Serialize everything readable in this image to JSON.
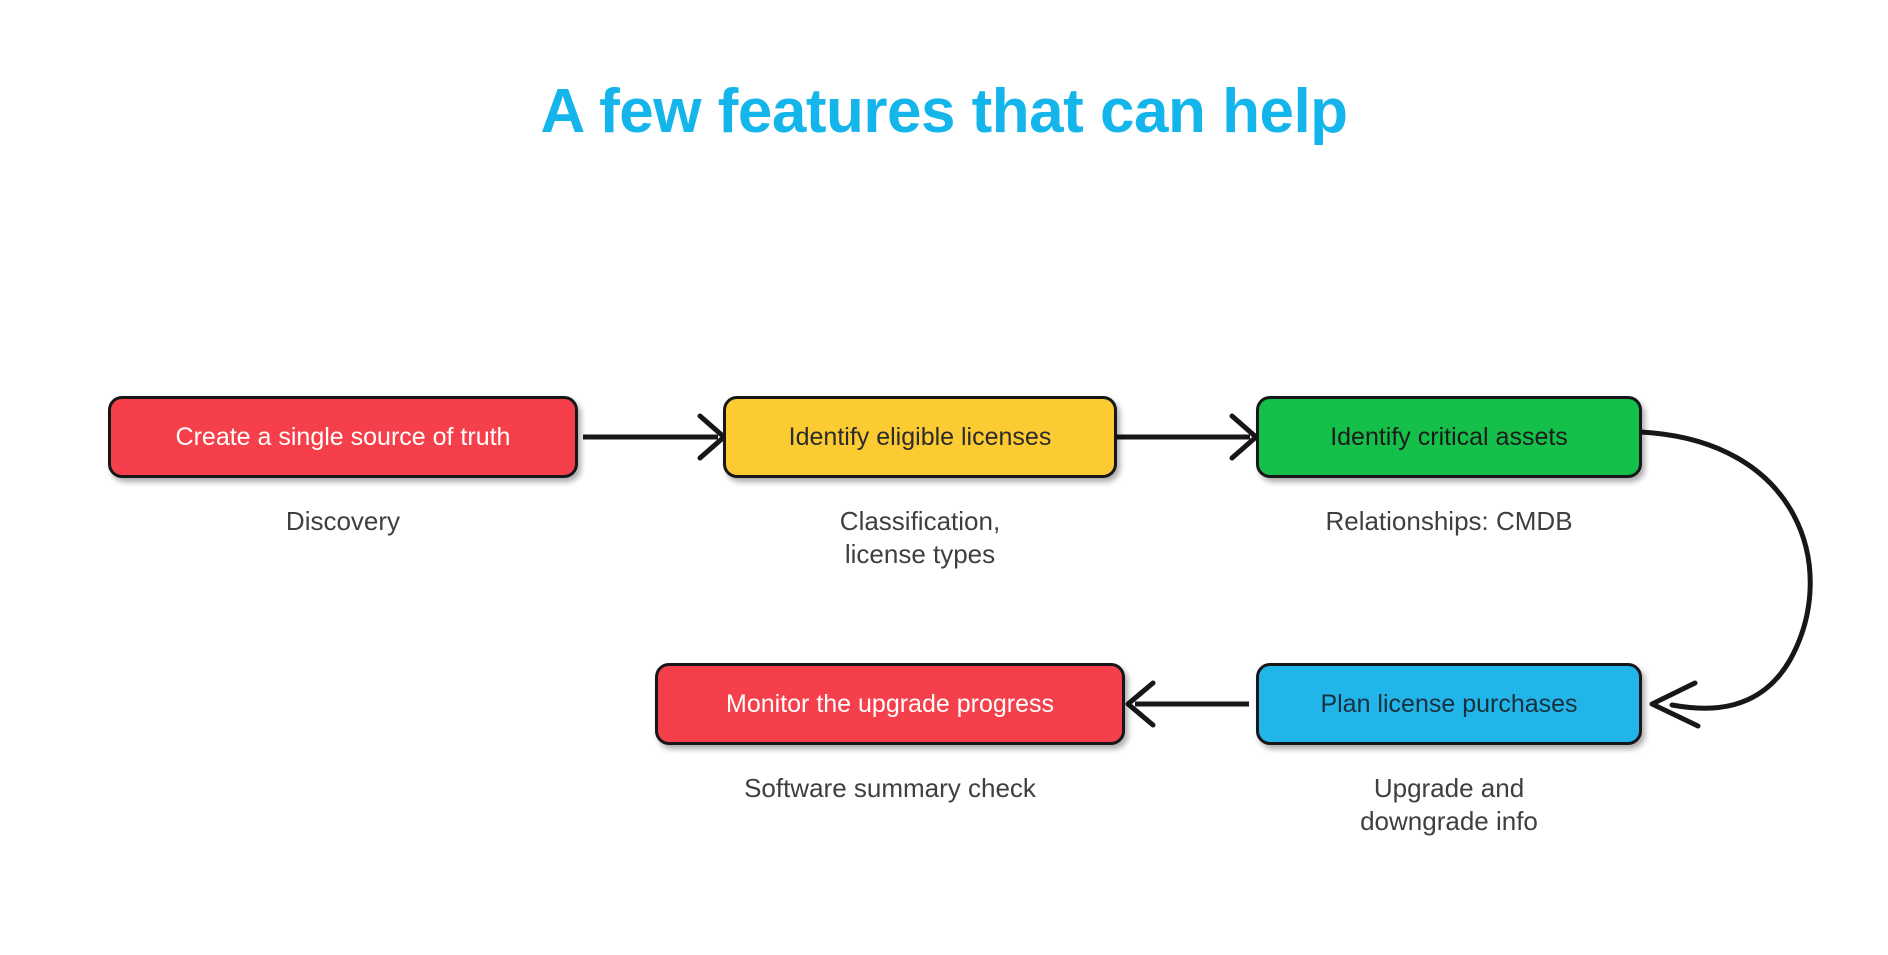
{
  "slide": {
    "title": "A few features that can help",
    "title_color": "#13B5EA",
    "background_color": "#FFFFFF"
  },
  "diagram": {
    "type": "flowchart",
    "orientation": "left-to-right, wrapping to a second row",
    "nodes": [
      {
        "id": "node-1",
        "label": "Create a single source of truth",
        "caption": "Discovery",
        "fill": "#F5404B",
        "text_color": "#FFFFFF",
        "border_color": "#17171A",
        "row": 1,
        "order": 1
      },
      {
        "id": "node-2",
        "label": "Identify eligible licenses",
        "caption": "Classification,\nlicense types",
        "caption_line1": "Classification,",
        "caption_line2": "license types",
        "fill": "#FCCB32",
        "text_color": "#2B2B2B",
        "border_color": "#17171A",
        "row": 1,
        "order": 2
      },
      {
        "id": "node-3",
        "label": "Identify critical assets",
        "caption": "Relationships: CMDB",
        "fill": "#14C04A",
        "text_color": "#1B1B1B",
        "border_color": "#17171A",
        "row": 1,
        "order": 3
      },
      {
        "id": "node-4",
        "label": "Plan license purchases",
        "caption": "Upgrade and\ndowngrade info",
        "caption_line1": "Upgrade and",
        "caption_line2": "downgrade info",
        "fill": "#22B5EA",
        "text_color": "#18303C",
        "border_color": "#17171A",
        "row": 2,
        "order": 4
      },
      {
        "id": "node-5",
        "label": "Monitor the upgrade progress",
        "caption": "Software summary check",
        "fill": "#F5404B",
        "text_color": "#FFFFFF",
        "border_color": "#17171A",
        "row": 2,
        "order": 5
      }
    ],
    "connectors": [
      {
        "id": "arrow-1",
        "from": "node-1",
        "to": "node-2",
        "style": "straight",
        "direction": "right"
      },
      {
        "id": "arrow-2",
        "from": "node-2",
        "to": "node-3",
        "style": "straight",
        "direction": "right"
      },
      {
        "id": "arrow-3",
        "from": "node-3",
        "to": "node-4",
        "style": "curved",
        "direction": "down-left"
      },
      {
        "id": "arrow-4",
        "from": "node-4",
        "to": "node-5",
        "style": "straight",
        "direction": "left"
      }
    ],
    "connector_color": "#17171A"
  }
}
